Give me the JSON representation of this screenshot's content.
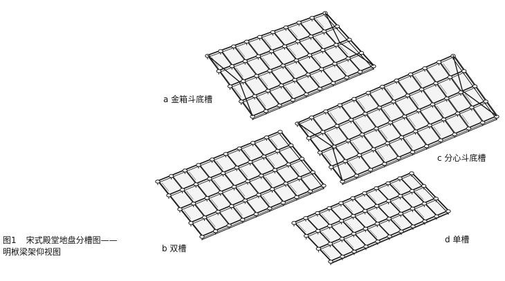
{
  "figure": {
    "caption_number": "图1",
    "caption_title": "宋式殿堂地盘分槽图——",
    "caption_line2": "明栿梁架仰视图"
  },
  "panels": [
    {
      "id": "a",
      "label": "a 金箱斗底槽"
    },
    {
      "id": "b",
      "label": "b 双槽"
    },
    {
      "id": "c",
      "label": "c 分心斗底槽"
    },
    {
      "id": "d",
      "label": "d 单槽"
    }
  ],
  "colors": {
    "ink": "#1a1a1a",
    "paper": "#ffffff",
    "face": "#f4f4f4"
  }
}
